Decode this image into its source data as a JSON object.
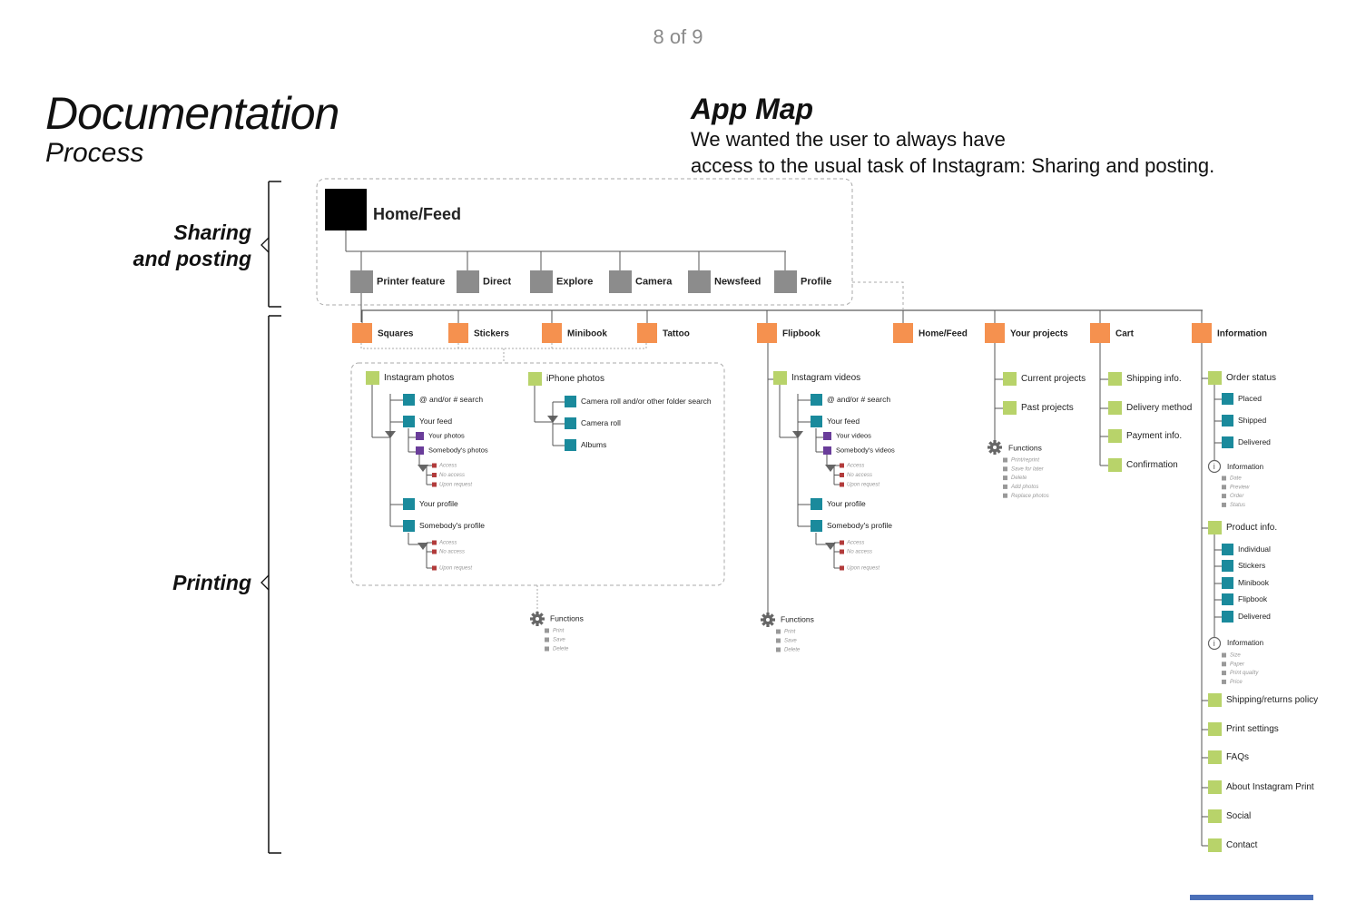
{
  "page_number": "8 of 9",
  "header": {
    "title": "Documentation",
    "subtitle": "Process"
  },
  "app_map": {
    "title": "App Map",
    "description_line1": "We wanted the user to always have",
    "description_line2": "access to the usual task of Instagram: Sharing and posting."
  },
  "sections": {
    "sharing_line1": "Sharing",
    "sharing_line2": "and posting",
    "printing": "Printing"
  },
  "colors": {
    "black": "#000000",
    "gray": "#8c8c8c",
    "orange": "#f5914f",
    "green": "#b8d36a",
    "teal": "#1a8a9c",
    "purple": "#6a3d9a",
    "red": "#b23b3b",
    "accent_bar": "#4a6fb8"
  },
  "diagram": {
    "root": "Home/Feed",
    "top_nav": [
      "Printer feature",
      "Direct",
      "Explore",
      "Camera",
      "Newsfeed",
      "Profile"
    ],
    "print_nav": [
      "Squares",
      "Stickers",
      "Minibook",
      "Tattoo",
      "Flipbook",
      "Home/Feed",
      "Your projects",
      "Cart",
      "Information"
    ],
    "instagram_photos": {
      "label": "Instagram photos",
      "search": "@ and/or # search",
      "your_feed": "Your feed",
      "your_photos": "Your photos",
      "somebodys_photos": "Somebody's photos",
      "access": [
        "Access",
        "No access",
        "Upon request"
      ],
      "your_profile": "Your profile",
      "somebodys_profile": "Somebody's profile",
      "profile_access": [
        "Access",
        "No access",
        "Upon request"
      ]
    },
    "iphone_photos": {
      "label": "iPhone photos",
      "items": [
        "Camera roll and/or other folder search",
        "Camera roll",
        "Albums"
      ]
    },
    "functions_left": {
      "label": "Functions",
      "items": [
        "Print",
        "Save",
        "Delete"
      ]
    },
    "instagram_videos": {
      "label": "Instagram videos",
      "search": "@ and/or # search",
      "your_feed": "Your feed",
      "your_videos": "Your videos",
      "somebodys_videos": "Somebody's videos",
      "access": [
        "Access",
        "No access",
        "Upon request"
      ],
      "your_profile": "Your profile",
      "somebodys_profile": "Somebody's profile",
      "profile_access": [
        "Access",
        "No access",
        "Upon request"
      ]
    },
    "functions_mid": {
      "label": "Functions",
      "items": [
        "Print",
        "Save",
        "Delete"
      ]
    },
    "your_projects": {
      "items": [
        "Current projects",
        "Past projects"
      ],
      "functions_label": "Functions",
      "functions": [
        "Print/reprint",
        "Save for later",
        "Delete",
        "Add photos",
        "Replace photos"
      ]
    },
    "cart": [
      "Shipping info.",
      "Delivery method",
      "Payment info.",
      "Confirmation"
    ],
    "information": {
      "order_status": "Order status",
      "order_items": [
        "Placed",
        "Shipped",
        "Delivered"
      ],
      "order_info_label": "Information",
      "order_info": [
        "Date",
        "Preview",
        "Order",
        "Status"
      ],
      "product_info": "Product info.",
      "product_items": [
        "Individual",
        "Stickers",
        "Minibook",
        "Flipbook",
        "Delivered"
      ],
      "product_info_label": "Information",
      "product_info_items": [
        "Size",
        "Paper",
        "Print quality",
        "Price"
      ],
      "other": [
        "Shipping/returns policy",
        "Print settings",
        "FAQs",
        "About Instagram Print",
        "Social",
        "Contact"
      ]
    }
  }
}
